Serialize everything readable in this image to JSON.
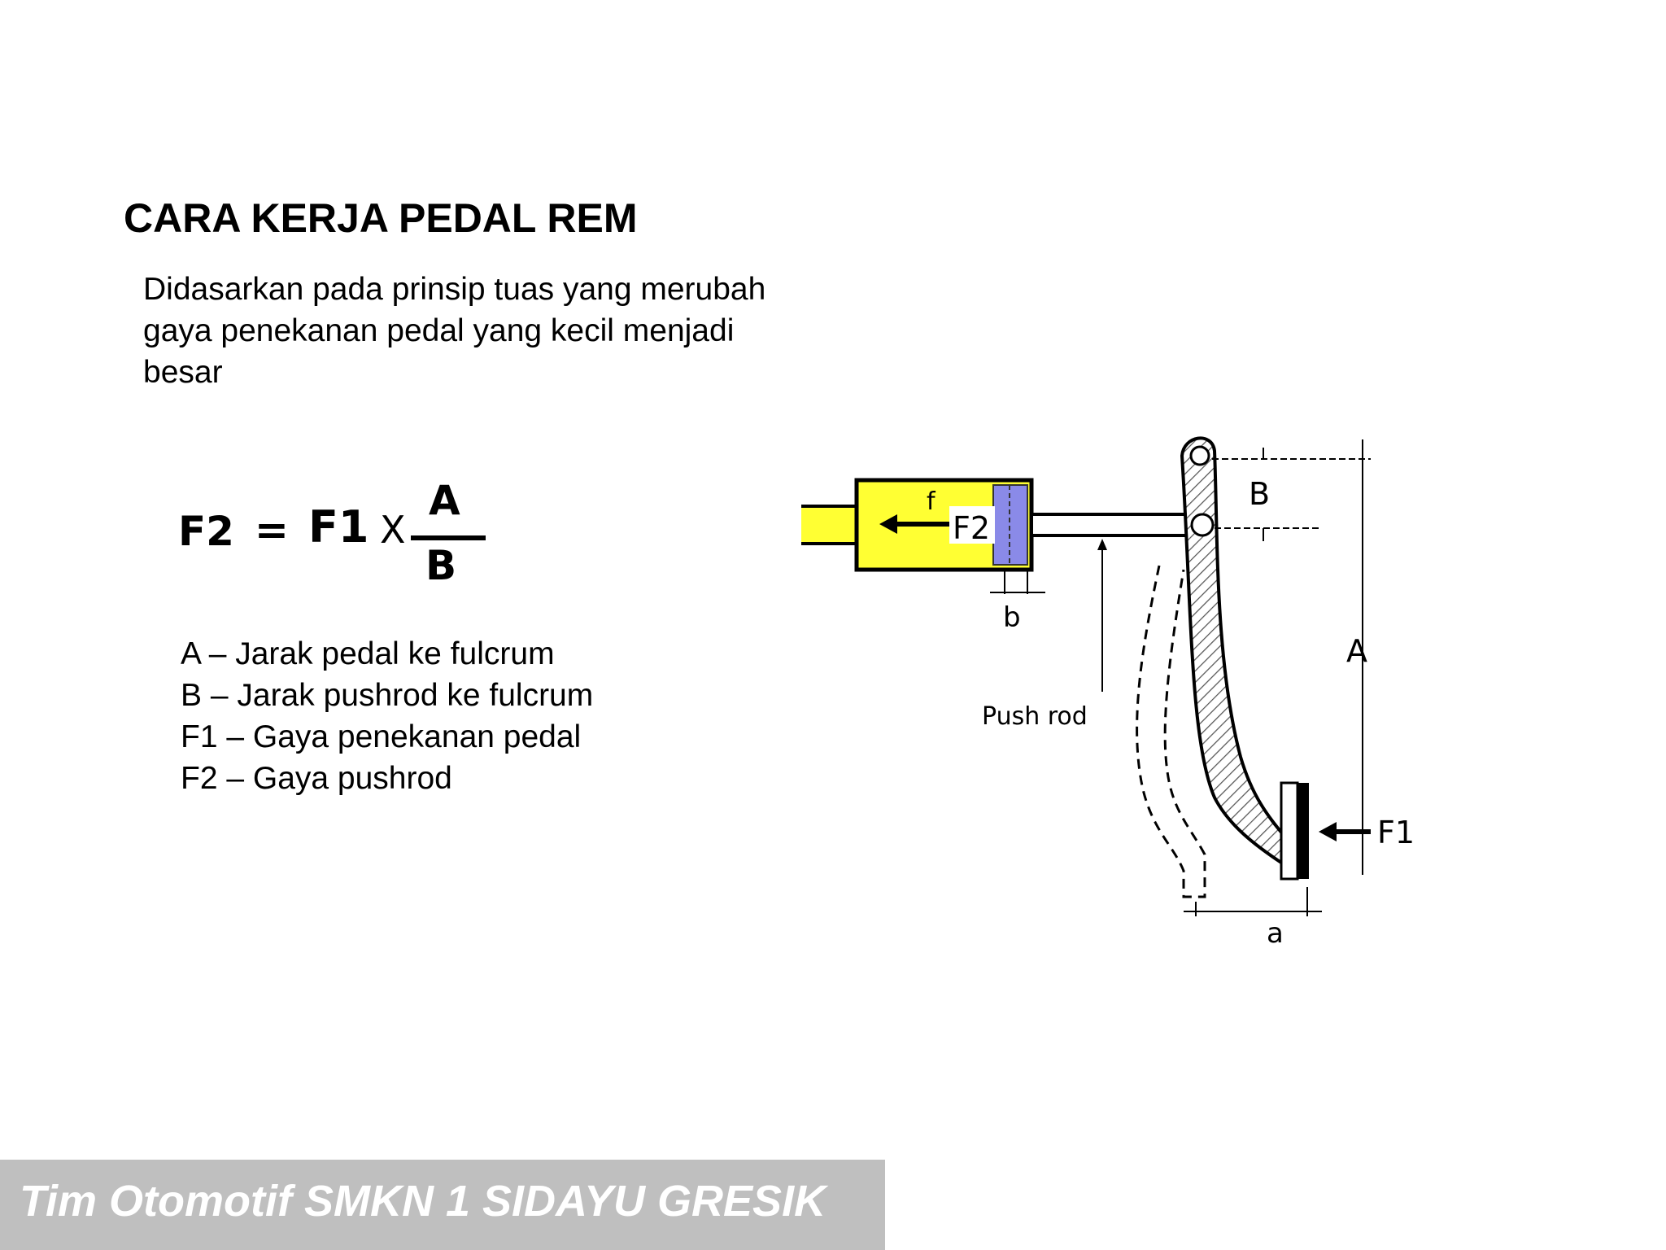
{
  "slide": {
    "title": "CARA KERJA PEDAL REM",
    "intro_lines": [
      "Didasarkan pada prinsip tuas yang merubah",
      "gaya penekanan pedal yang kecil menjadi",
      "besar"
    ]
  },
  "formula": {
    "lhs": "F2",
    "equals": "=",
    "f1": "F1",
    "times": "X",
    "numerator": "A",
    "denominator": "B"
  },
  "definitions": [
    "A – Jarak pedal ke fulcrum",
    "B – Jarak pushrod ke fulcrum",
    "F1 – Gaya penekanan pedal",
    "F2 – Gaya pushrod"
  ],
  "diagram": {
    "labels": {
      "f_small": "f",
      "f2": "F2",
      "b_upper": "B",
      "a_upper": "A",
      "b_lower": "b",
      "push_rod": "Push rod",
      "f1": "F1",
      "a_lower": "a"
    },
    "colors": {
      "cylinder": "#ffff33",
      "piston": "#8a8ae8",
      "outline": "#000000"
    }
  },
  "footer": {
    "text": "Tim Otomotif SMKN 1 SIDAYU GRESIK"
  }
}
